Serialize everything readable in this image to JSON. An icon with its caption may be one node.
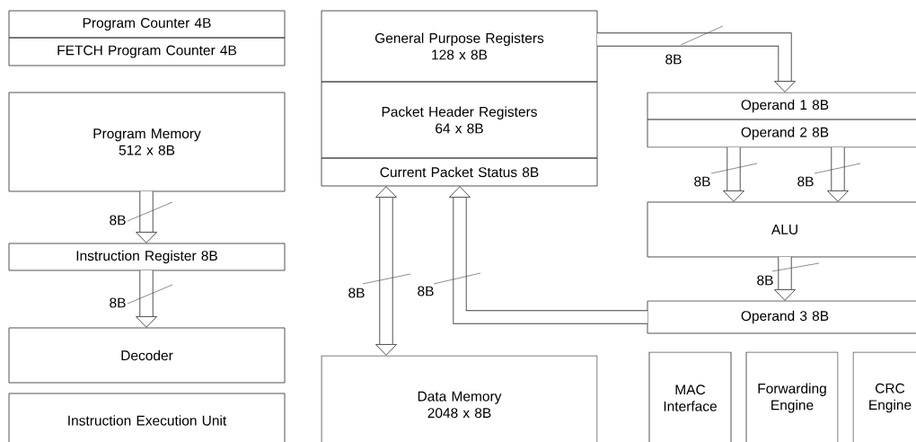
{
  "diagram": {
    "nodes": [
      {
        "text": [
          "Program Counter 4B"
        ]
      },
      {
        "text": [
          "FETCH Program Counter 4B"
        ]
      },
      {
        "text": [
          "Program Memory",
          "512 x 8B"
        ]
      },
      {
        "text": [
          "Instruction Register 8B"
        ]
      },
      {
        "text": [
          "Decoder"
        ]
      },
      {
        "text": [
          "Instruction Execution Unit"
        ]
      },
      {
        "text": [
          "General Purpose Registers",
          "128 x 8B"
        ]
      },
      {
        "text": [
          "Packet Header Registers",
          "64 x 8B"
        ]
      },
      {
        "text": [
          "Current Packet Status 8B"
        ]
      },
      {
        "text": [
          "Data Memory",
          "2048 x 8B"
        ]
      },
      {
        "text": [
          "Operand 1 8B"
        ]
      },
      {
        "text": [
          "Operand 2 8B"
        ]
      },
      {
        "text": [
          "ALU"
        ]
      },
      {
        "text": [
          "Operand 3 8B"
        ]
      },
      {
        "text": [
          "MAC Interface"
        ]
      },
      {
        "text": [
          "Forwarding Engine"
        ]
      },
      {
        "text": [
          "CRC Engine"
        ]
      }
    ],
    "edges": [
      {
        "from": 2,
        "to": 3,
        "arrow": "to",
        "label": "8B"
      },
      {
        "from": 3,
        "to": 4,
        "arrow": "to",
        "label": "8B"
      },
      {
        "from": 6,
        "to": 10,
        "arrow": "to",
        "label": "8B"
      },
      {
        "from": 9,
        "to": 8,
        "arrow": "both",
        "label": "8B"
      },
      {
        "from": 13,
        "to": 8,
        "arrow": "to",
        "label": "8B"
      },
      {
        "from": 11,
        "to": 12,
        "arrow": "to",
        "label": "8B"
      },
      {
        "from": 11,
        "to": 12,
        "arrow": "to",
        "label": "8B"
      },
      {
        "from": 12,
        "to": 13,
        "arrow": "to",
        "label": "8B"
      }
    ]
  }
}
